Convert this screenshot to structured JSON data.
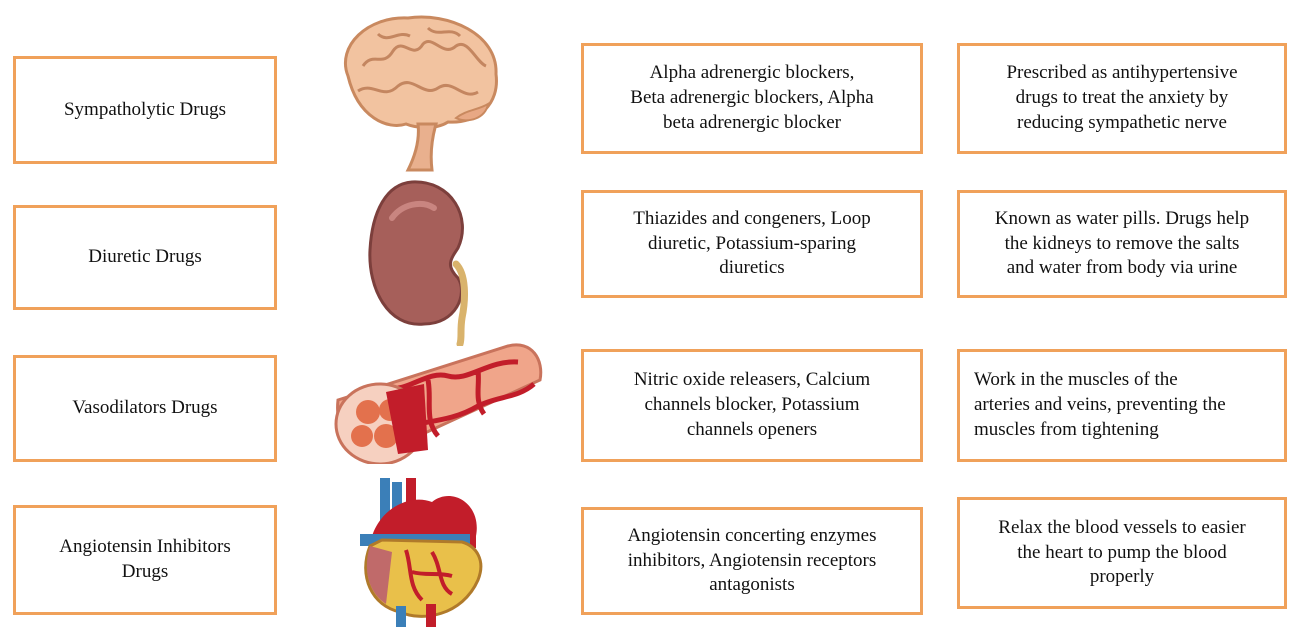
{
  "rows": [
    {
      "organ_icon": "brain-icon",
      "drug_class": "Sympatholytic Drugs",
      "examples": "Alpha adrenergic blockers,\nBeta adrenergic blockers, Alpha\nbeta adrenergic  blocker",
      "description": "Prescribed as antihypertensive\ndrugs to treat the anxiety  by\nreducing sympathetic nerve"
    },
    {
      "organ_icon": "kidney-icon",
      "drug_class": "Diuretic Drugs",
      "examples": "Thiazides and congeners, Loop\ndiuretic, Potassium-sparing\ndiuretics",
      "description": "Known as water pills. Drugs help\nthe kidneys to remove the salts\nand water from body via urine"
    },
    {
      "organ_icon": "blood-vessel-icon",
      "drug_class": "Vasodilators Drugs",
      "examples": "Nitric oxide releasers, Calcium\nchannels blocker, Potassium\nchannels openers",
      "description": "Work in the muscles of the\narteries and veins, preventing the\nmuscles from tightening"
    },
    {
      "organ_icon": "heart-icon",
      "drug_class": "Angiotensin Inhibitors\nDrugs",
      "examples": "Angiotensin concerting enzymes\ninhibitors, Angiotensin receptors\nantagonists",
      "description": "Relax the blood vessels to easier\nthe heart to pump the blood\nproperly"
    }
  ],
  "colors": {
    "box_border": "#f0a15a"
  }
}
